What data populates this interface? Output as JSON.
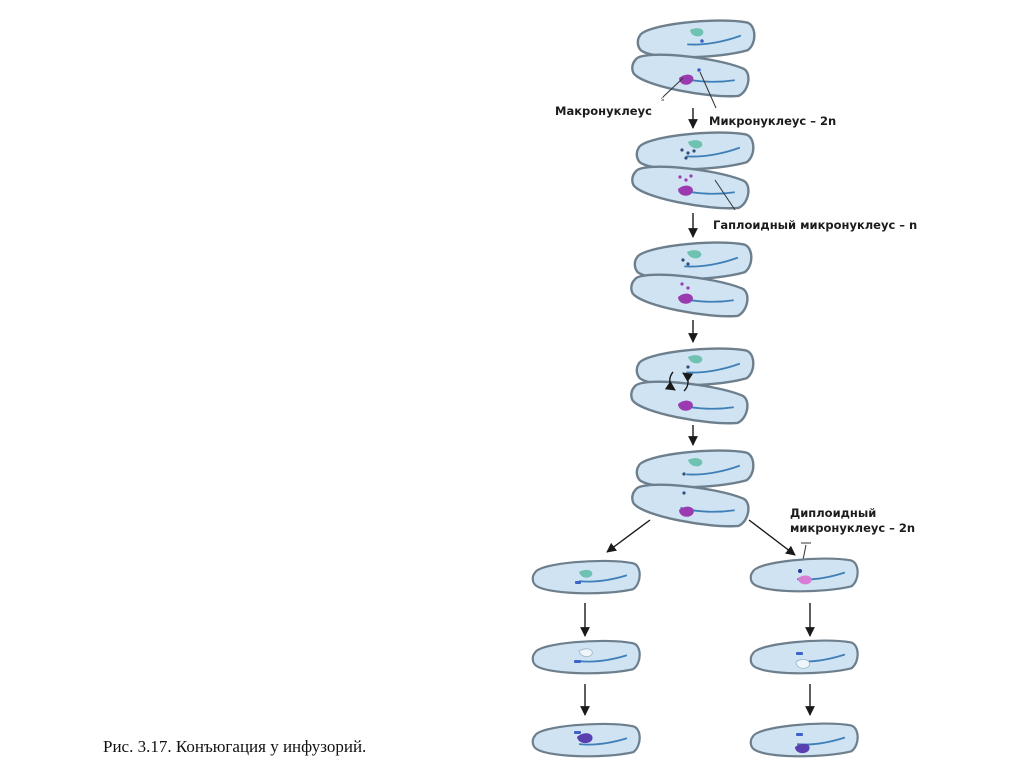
{
  "labels": {
    "macronucleus": "Макронуклеус",
    "micronucleus_2n": "Микронуклеус – 2n",
    "haploid_micronucleus": "Гаплоидный микронуклеус – n",
    "diploid_line1": "Диплоидный",
    "diploid_line2": "микронуклеус – 2n"
  },
  "caption": "Рис. 3.17. Конъюгация у инфузорий.",
  "colors": {
    "cell_fill": "#cfe3f2",
    "cell_stroke": "#6d7f8d",
    "macronucleus_cell_a": "#6fc2b1",
    "macronucleus_cell_b": "#9a3cb0",
    "micronucleus": "#3d63c8",
    "arrow": "#1a1a1a"
  }
}
